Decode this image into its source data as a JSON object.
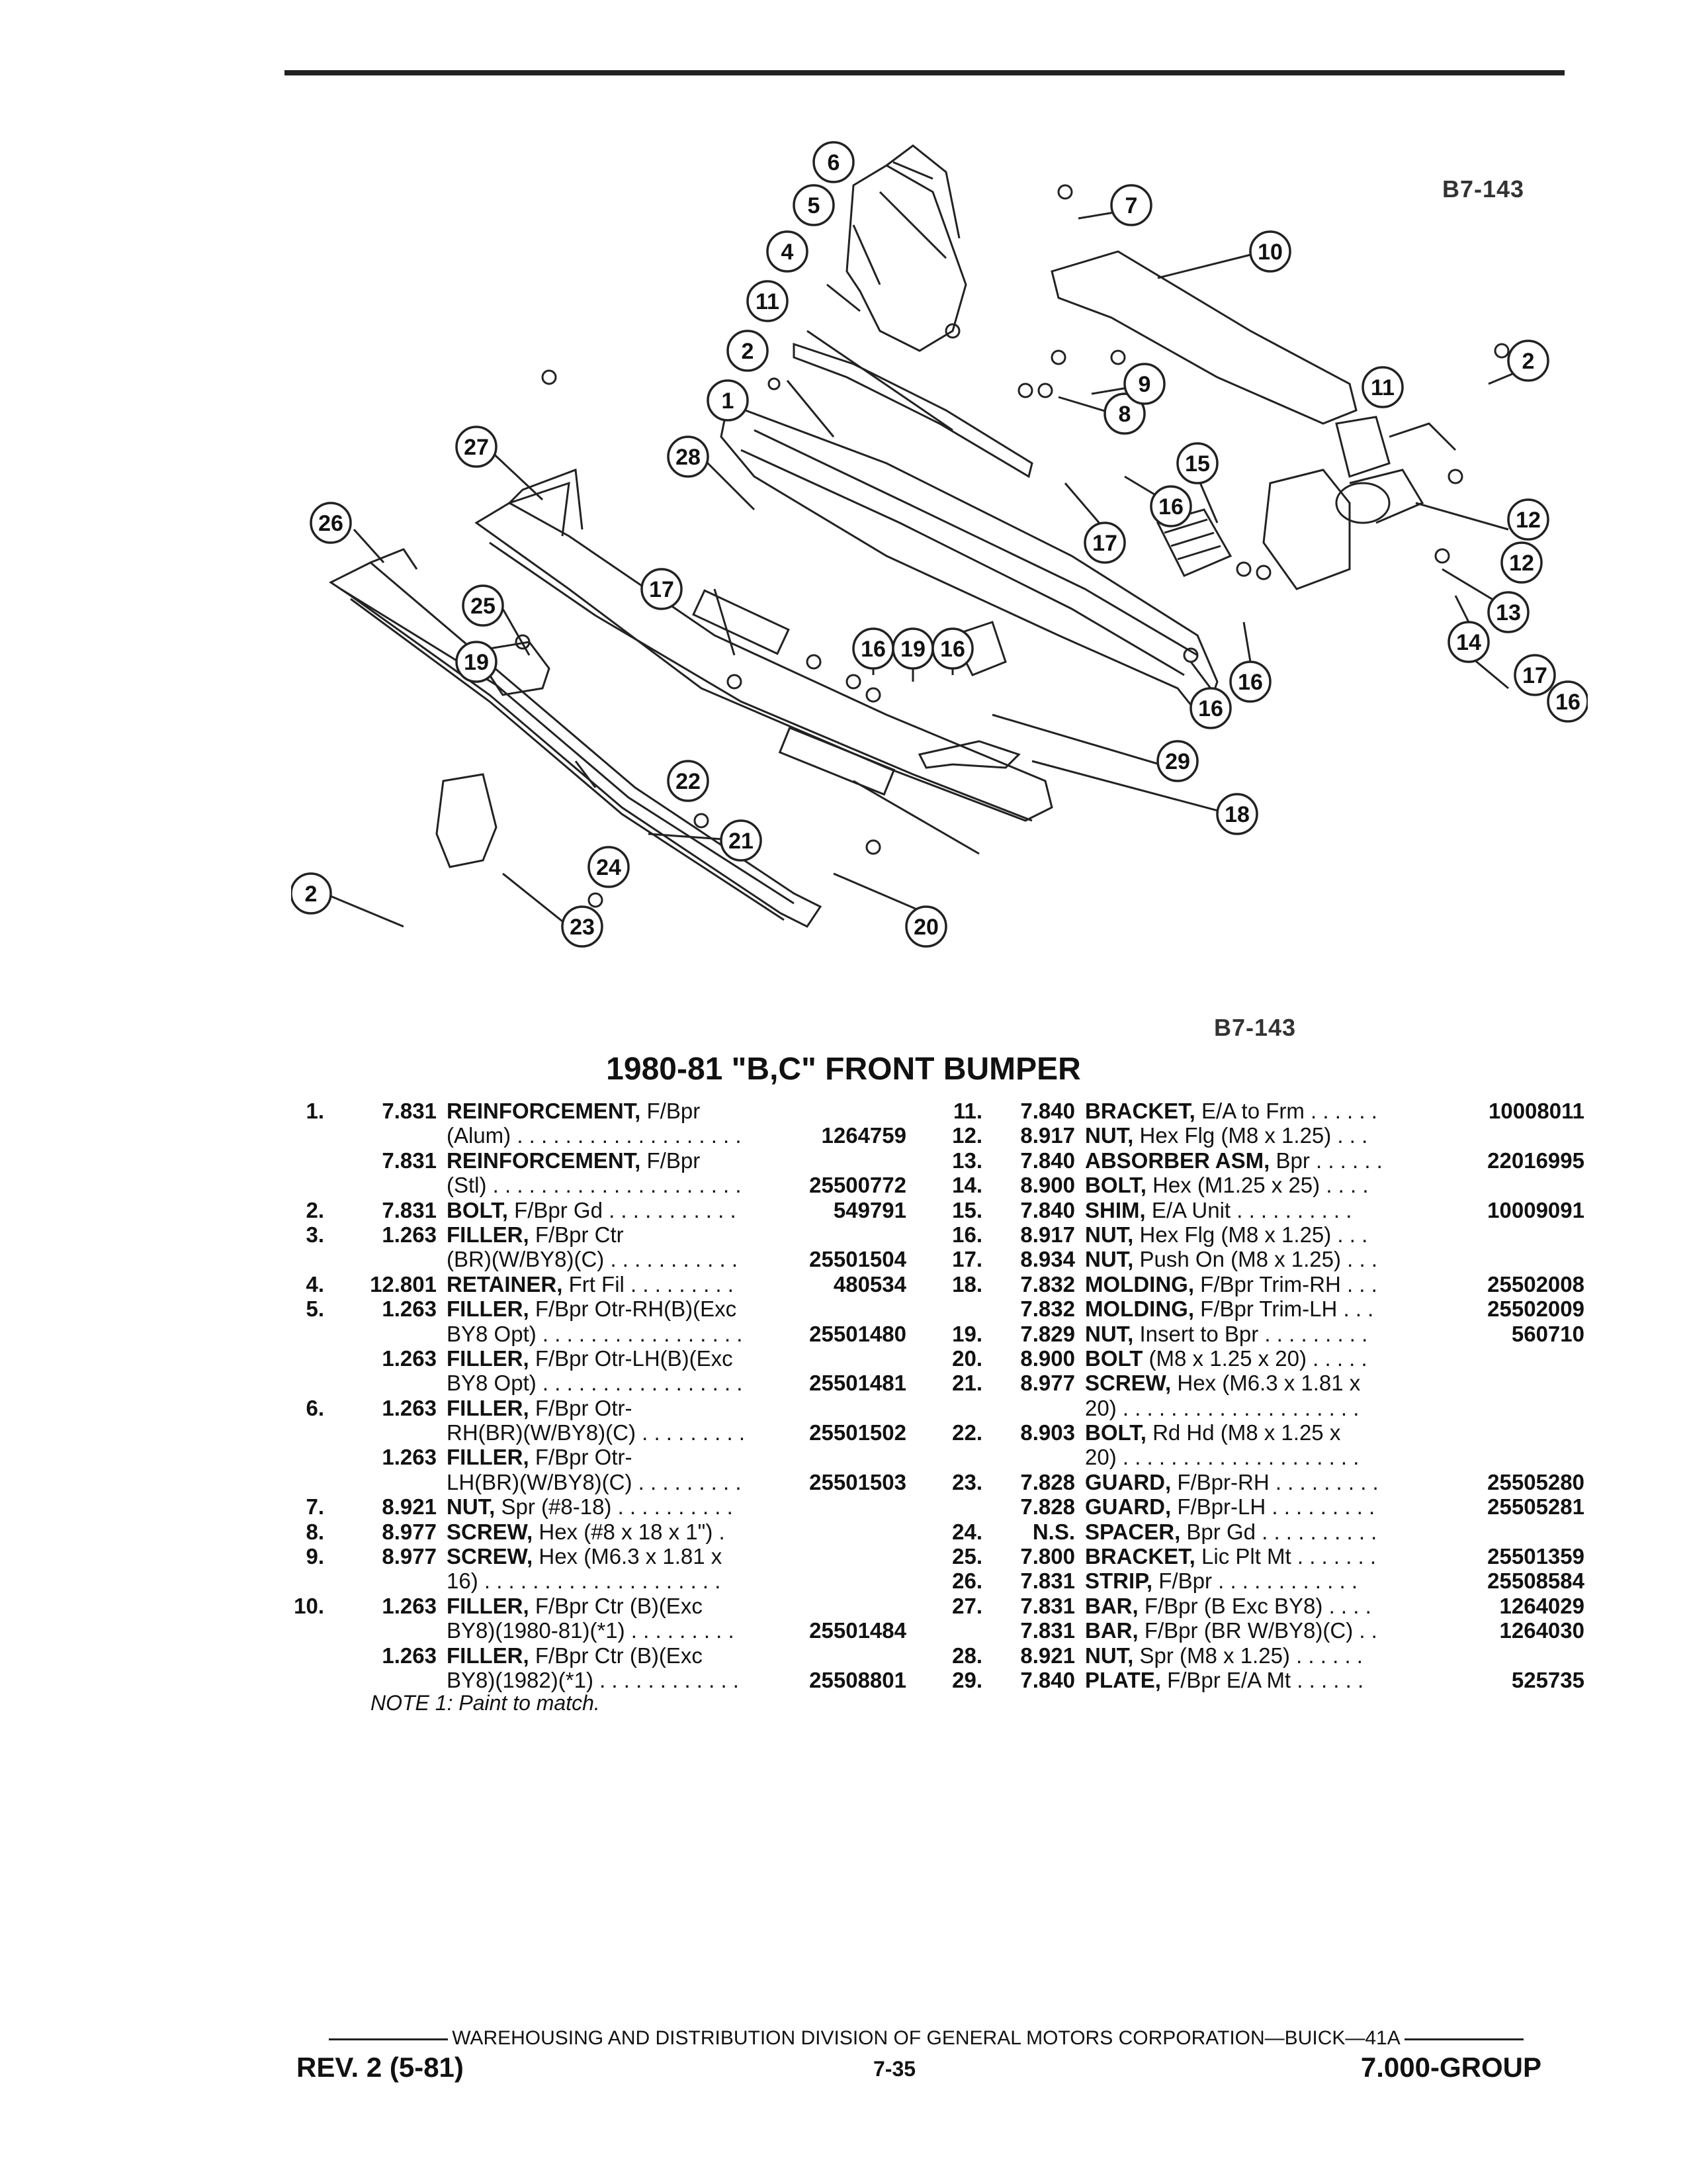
{
  "figure": {
    "code_top": "B7-143",
    "code_bottom": "B7-143"
  },
  "callouts": [
    "6",
    "5",
    "4",
    "11",
    "2",
    "1",
    "7",
    "10",
    "8",
    "9",
    "11",
    "2",
    "27",
    "28",
    "15",
    "16",
    "17",
    "12",
    "13",
    "26",
    "17",
    "12",
    "14",
    "25",
    "16",
    "19",
    "16",
    "17",
    "16",
    "19",
    "22",
    "29",
    "18",
    "21",
    "24",
    "20",
    "2",
    "23"
  ],
  "title": "1980-81 \"B,C\" FRONT BUMPER",
  "parts_left": [
    {
      "num": "1.",
      "grp": "7.831",
      "name": "REINFORCEMENT,",
      "rest": "F/Bpr",
      "pn": ""
    },
    {
      "num": "",
      "grp": "",
      "name": "",
      "rest": "(Alum) . . . . . . . . . . . . . . . . . . .",
      "pn": "1264759"
    },
    {
      "num": "",
      "grp": "7.831",
      "name": "REINFORCEMENT,",
      "rest": "F/Bpr",
      "pn": ""
    },
    {
      "num": "",
      "grp": "",
      "name": "",
      "rest": "(Stl) . . . . . . . . . . . . . . . . . . . . .",
      "pn": "25500772"
    },
    {
      "num": "2.",
      "grp": "7.831",
      "name": "BOLT,",
      "rest": "F/Bpr Gd . . . . . . . . . . .",
      "pn": "549791"
    },
    {
      "num": "3.",
      "grp": "1.263",
      "name": "FILLER,",
      "rest": "F/Bpr Ctr",
      "pn": ""
    },
    {
      "num": "",
      "grp": "",
      "name": "",
      "rest": "(BR)(W/BY8)(C) . . . . . . . . . . .",
      "pn": "25501504"
    },
    {
      "num": "4.",
      "grp": "12.801",
      "name": "RETAINER,",
      "rest": "Frt Fil . . . . . . . . .",
      "pn": "480534"
    },
    {
      "num": "5.",
      "grp": "1.263",
      "name": "FILLER,",
      "rest": "F/Bpr Otr-RH(B)(Exc",
      "pn": ""
    },
    {
      "num": "",
      "grp": "",
      "name": "",
      "rest": "BY8 Opt) . . . . . . . . . . . . . . . . .",
      "pn": "25501480"
    },
    {
      "num": "",
      "grp": "1.263",
      "name": "FILLER,",
      "rest": "F/Bpr Otr-LH(B)(Exc",
      "pn": ""
    },
    {
      "num": "",
      "grp": "",
      "name": "",
      "rest": "BY8 Opt) . . . . . . . . . . . . . . . . .",
      "pn": "25501481"
    },
    {
      "num": "6.",
      "grp": "1.263",
      "name": "FILLER,",
      "rest": "F/Bpr Otr-",
      "pn": ""
    },
    {
      "num": "",
      "grp": "",
      "name": "",
      "rest": "RH(BR)(W/BY8)(C) . . . . . . . . .",
      "pn": "25501502"
    },
    {
      "num": "",
      "grp": "1.263",
      "name": "FILLER,",
      "rest": "F/Bpr Otr-",
      "pn": ""
    },
    {
      "num": "",
      "grp": "",
      "name": "",
      "rest": "LH(BR)(W/BY8)(C) . . . . . . . . .",
      "pn": "25501503"
    },
    {
      "num": "7.",
      "grp": "8.921",
      "name": "NUT,",
      "rest": "Spr (#8-18) . . . . . . . . . .",
      "pn": ""
    },
    {
      "num": "8.",
      "grp": "8.977",
      "name": "SCREW,",
      "rest": "Hex (#8 x 18 x 1\") .",
      "pn": ""
    },
    {
      "num": "9.",
      "grp": "8.977",
      "name": "SCREW,",
      "rest": "Hex (M6.3 x 1.81 x",
      "pn": ""
    },
    {
      "num": "",
      "grp": "",
      "name": "",
      "rest": "16) . . . . . . . . . . . . . . . . . . . .",
      "pn": ""
    },
    {
      "num": "10.",
      "grp": "1.263",
      "name": "FILLER,",
      "rest": "F/Bpr Ctr (B)(Exc",
      "pn": ""
    },
    {
      "num": "",
      "grp": "",
      "name": "",
      "rest": "BY8)(1980-81)(*1) . . . . . . . . .",
      "pn": "25501484"
    },
    {
      "num": "",
      "grp": "1.263",
      "name": "FILLER,",
      "rest": "F/Bpr Ctr (B)(Exc",
      "pn": ""
    },
    {
      "num": "",
      "grp": "",
      "name": "",
      "rest": "BY8)(1982)(*1) . . . . . . . . . . . .",
      "pn": "25508801"
    }
  ],
  "parts_right": [
    {
      "num": "11.",
      "grp": "7.840",
      "name": "BRACKET,",
      "rest": "E/A to Frm . . . . . .",
      "pn": "10008011"
    },
    {
      "num": "12.",
      "grp": "8.917",
      "name": "NUT,",
      "rest": "Hex Flg (M8 x 1.25) . . .",
      "pn": ""
    },
    {
      "num": "13.",
      "grp": "7.840",
      "name": "ABSORBER ASM,",
      "rest": "Bpr . . . . . .",
      "pn": "22016995"
    },
    {
      "num": "14.",
      "grp": "8.900",
      "name": "BOLT,",
      "rest": "Hex (M1.25 x 25) . . . .",
      "pn": ""
    },
    {
      "num": "15.",
      "grp": "7.840",
      "name": "SHIM,",
      "rest": "E/A Unit . . . . . . . . . .",
      "pn": "10009091"
    },
    {
      "num": "16.",
      "grp": "8.917",
      "name": "NUT,",
      "rest": "Hex Flg (M8 x 1.25) . . .",
      "pn": ""
    },
    {
      "num": "17.",
      "grp": "8.934",
      "name": "NUT,",
      "rest": "Push On (M8 x 1.25) . . .",
      "pn": ""
    },
    {
      "num": "18.",
      "grp": "7.832",
      "name": "MOLDING,",
      "rest": "F/Bpr Trim-RH . . .",
      "pn": "25502008"
    },
    {
      "num": "",
      "grp": "7.832",
      "name": "MOLDING,",
      "rest": "F/Bpr Trim-LH . . .",
      "pn": "25502009"
    },
    {
      "num": "19.",
      "grp": "7.829",
      "name": "NUT,",
      "rest": "Insert to Bpr . . . . . . . . .",
      "pn": "560710"
    },
    {
      "num": "20.",
      "grp": "8.900",
      "name": "BOLT",
      "rest": "(M8 x 1.25 x 20) . . . . .",
      "pn": ""
    },
    {
      "num": "21.",
      "grp": "8.977",
      "name": "SCREW,",
      "rest": "Hex (M6.3 x 1.81 x",
      "pn": ""
    },
    {
      "num": "",
      "grp": "",
      "name": "",
      "rest": "20) . . . . . . . . . . . . . . . . . . . .",
      "pn": ""
    },
    {
      "num": "22.",
      "grp": "8.903",
      "name": "BOLT,",
      "rest": "Rd Hd (M8 x 1.25 x",
      "pn": ""
    },
    {
      "num": "",
      "grp": "",
      "name": "",
      "rest": "20) . . . . . . . . . . . . . . . . . . . .",
      "pn": ""
    },
    {
      "num": "23.",
      "grp": "7.828",
      "name": "GUARD,",
      "rest": "F/Bpr-RH . . . . . . . . .",
      "pn": "25505280"
    },
    {
      "num": "",
      "grp": "7.828",
      "name": "GUARD,",
      "rest": "F/Bpr-LH . . . . . . . . .",
      "pn": "25505281"
    },
    {
      "num": "24.",
      "grp": "N.S.",
      "name": "SPACER,",
      "rest": "Bpr Gd . . . . . . . . . .",
      "pn": ""
    },
    {
      "num": "25.",
      "grp": "7.800",
      "name": "BRACKET,",
      "rest": "Lic Plt Mt . . . . . . .",
      "pn": "25501359"
    },
    {
      "num": "26.",
      "grp": "7.831",
      "name": "STRIP,",
      "rest": "F/Bpr . . . . . . . . . . . .",
      "pn": "25508584"
    },
    {
      "num": "27.",
      "grp": "7.831",
      "name": "BAR,",
      "rest": "F/Bpr (B Exc BY8) . . . .",
      "pn": "1264029"
    },
    {
      "num": "",
      "grp": "7.831",
      "name": "BAR,",
      "rest": "F/Bpr (BR W/BY8)(C) . .",
      "pn": "1264030"
    },
    {
      "num": "28.",
      "grp": "8.921",
      "name": "NUT,",
      "rest": "Spr (M8 x 1.25) . . . . . .",
      "pn": ""
    },
    {
      "num": "29.",
      "grp": "7.840",
      "name": "PLATE,",
      "rest": "F/Bpr E/A Mt . . . . . .",
      "pn": "525735"
    }
  ],
  "note": "NOTE 1: Paint to match.",
  "footer": {
    "line": "WAREHOUSING AND DISTRIBUTION DIVISION OF GENERAL MOTORS CORPORATION—BUICK—41A",
    "rev": "REV. 2 (5-81)",
    "page": "7-35",
    "group": "7.000-GROUP"
  }
}
